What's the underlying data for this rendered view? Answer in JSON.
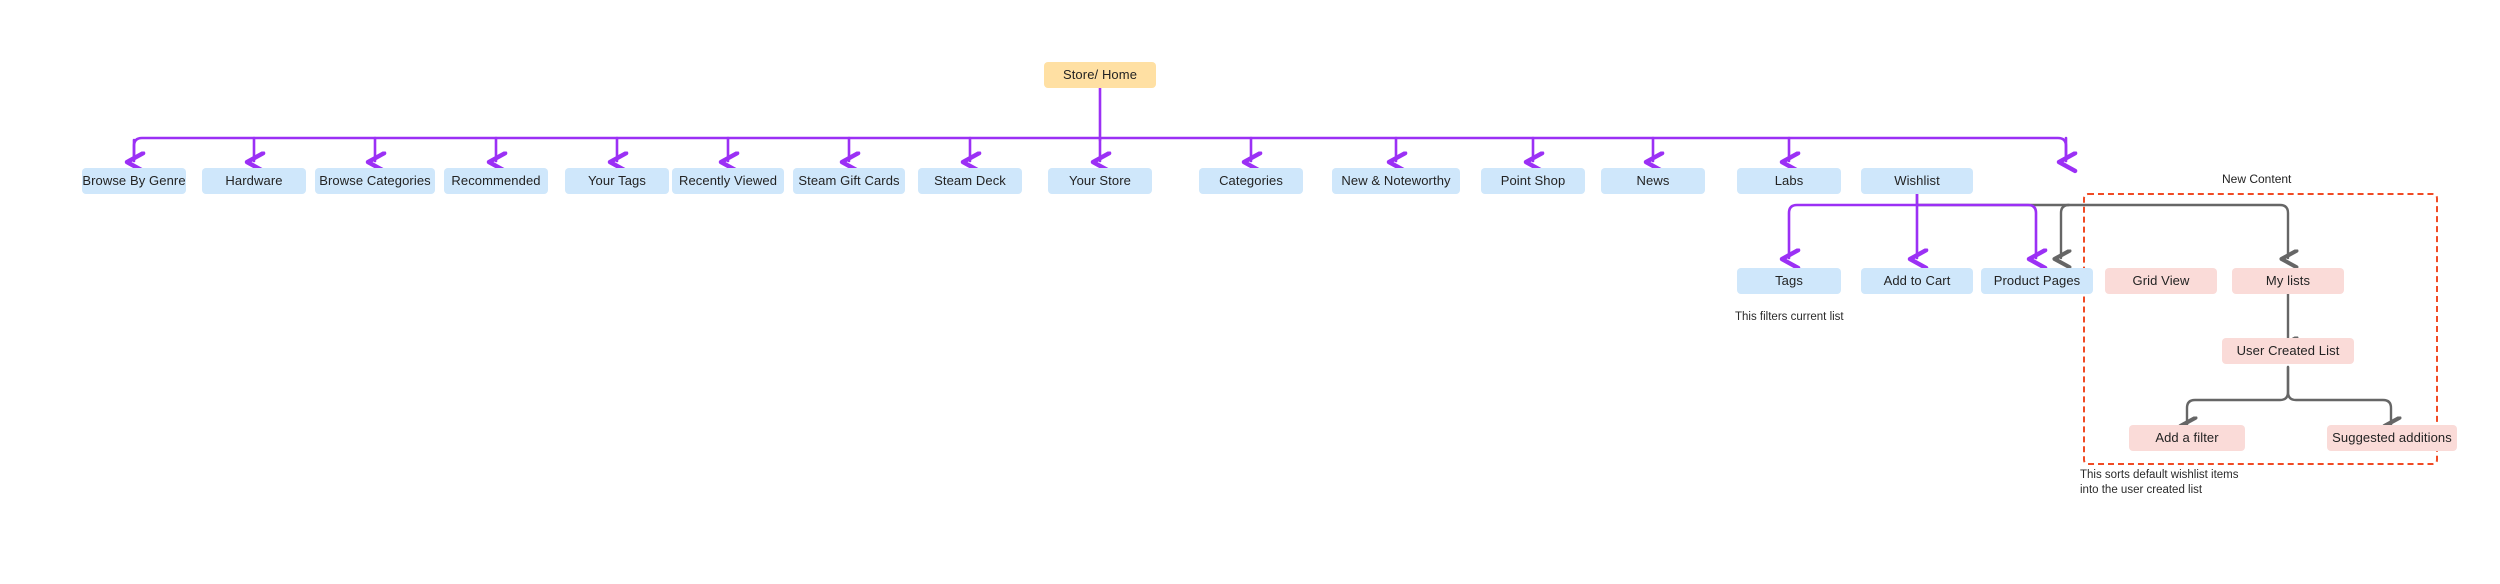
{
  "diagram": {
    "title_node": {
      "label": "Store/ Home"
    },
    "colors": {
      "root_fill": "#ffe0a3",
      "level1_fill": "#cfe7fb",
      "new_content_fill": "#fadbd8",
      "primary_edge": "#9b30f5",
      "secondary_edge": "#666666",
      "group_border": "#f04a24"
    },
    "level1": [
      {
        "label": "Browse By Genre"
      },
      {
        "label": "Hardware"
      },
      {
        "label": "Browse Categories"
      },
      {
        "label": "Recommended"
      },
      {
        "label": "Your Tags"
      },
      {
        "label": "Recently Viewed"
      },
      {
        "label": "Steam Gift Cards"
      },
      {
        "label": "Steam Deck"
      },
      {
        "label": "Your Store"
      },
      {
        "label": "Categories"
      },
      {
        "label": "New & Noteworthy"
      },
      {
        "label": "Point Shop"
      },
      {
        "label": "News"
      },
      {
        "label": "Labs"
      },
      {
        "label": "Wishlist"
      }
    ],
    "wishlist_children": [
      {
        "label": "Tags"
      },
      {
        "label": "Add to Cart"
      },
      {
        "label": "Product Pages"
      }
    ],
    "new_content": {
      "title": "New Content",
      "children": [
        {
          "label": "Grid View"
        },
        {
          "label": "My lists"
        }
      ],
      "user_created_list": {
        "label": "User Created List"
      },
      "user_created_children": [
        {
          "label": "Add a filter"
        },
        {
          "label": "Suggested additions"
        }
      ]
    },
    "captions": {
      "tags_note": "This filters current list",
      "sorts_note": "This sorts default wishlist items\ninto the user created list"
    }
  }
}
